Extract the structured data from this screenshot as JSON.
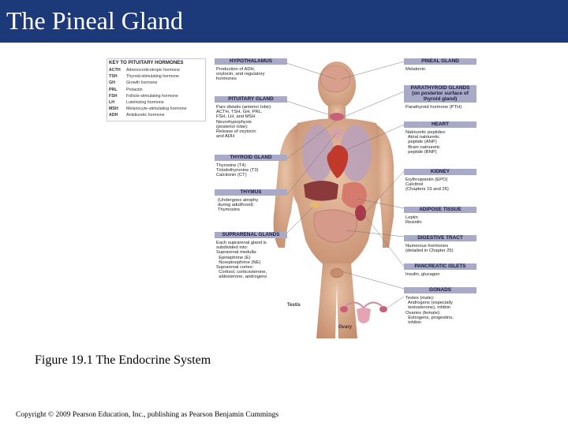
{
  "slide": {
    "title": "The Pineal Gland",
    "caption": "Figure 19.1 The Endocrine System",
    "copyright": "Copyright © 2009 Pearson Education, Inc., publishing as Pearson Benjamin Cummings"
  },
  "key": {
    "heading": "KEY TO PITUITARY HORMONES",
    "rows": [
      {
        "abbr": "ACTH",
        "name": "Adrenocorticotropic hormone"
      },
      {
        "abbr": "TSH",
        "name": "Thyroid-stimulating hormone"
      },
      {
        "abbr": "GH",
        "name": "Growth hormone"
      },
      {
        "abbr": "PRL",
        "name": "Prolactin"
      },
      {
        "abbr": "FSH",
        "name": "Follicle-stimulating hormone"
      },
      {
        "abbr": "LH",
        "name": "Luteinizing hormone"
      },
      {
        "abbr": "MSH",
        "name": "Melanocyte-stimulating hormone"
      },
      {
        "abbr": "ADH",
        "name": "Antidiuretic hormone"
      }
    ]
  },
  "left_boxes": {
    "hypothalamus": {
      "heading": "HYPOTHALAMUS",
      "text": "Production of ADH,\noxytocin, and regulatory\nhormones"
    },
    "pituitary": {
      "heading": "PITUITARY GLAND",
      "text": "Pars distalis (anterior lobe):\nACTH, TSH, GH, PRL,\nFSH, LH, and MSH\nNeurohypophysis\n(posterior lobe):\nRelease of oxytocin\nand ADH"
    },
    "thyroid": {
      "heading": "THYROID GLAND",
      "text": "Thyroxine (T4)\nTriiodothyronine (T3)\nCalcitonin (CT)"
    },
    "thymus": {
      "heading": "THYMUS",
      "text": "(Undergoes atrophy\nduring adulthood)\nThymosins"
    },
    "suprarenal": {
      "heading": "SUPRARENAL GLANDS",
      "text": "Each suprarenal gland is\nsubdivided into:\nSuprarenal medulla:\n  Epinephrine (E)\n  Norepinephrine (NE)\nSuprarenal cortex:\n  Cortisol, corticosterone,\n  aldosterone, androgens"
    }
  },
  "right_boxes": {
    "pineal": {
      "heading": "PINEAL GLAND",
      "text": "Melatonin"
    },
    "parathyroid": {
      "heading": "PARATHYROID GLANDS\n(on posterior surface of\nthyroid gland)",
      "text": "Parathyroid hormone (PTH)"
    },
    "heart": {
      "heading": "HEART",
      "text": "Natriuretic peptides:\n  Atrial natriuretic\n  peptide (ANP)\n  Brain natriuretic\n  peptide (BNP)"
    },
    "kidney": {
      "heading": "KIDNEY",
      "text": "Erythropoietin (EPO)\nCalcitriol\n(Chapters 19 and 26)"
    },
    "adipose": {
      "heading": "ADIPOSE TISSUE",
      "text": "Leptin\nResistin"
    },
    "digestive": {
      "heading": "DIGESTIVE TRACT",
      "text": "Numerous hormones\n(detailed in Chapter 25)"
    },
    "pancreatic": {
      "heading": "PANCREATIC ISLETS",
      "text": "Insulin, glucagon"
    },
    "gonads": {
      "heading": "GONADS",
      "text": "Testes (male):\n  Androgens (especially\n  testosterone), inhibin\nOvaries (female):\n  Estrogens, progestins,\n  inhibin"
    }
  },
  "body_labels": {
    "testis": "Testis",
    "ovary": "Ovary"
  },
  "colors": {
    "title_bar": "#1c3a7a",
    "box_header": "#a9a9c8",
    "skin": "#d9a98a"
  }
}
